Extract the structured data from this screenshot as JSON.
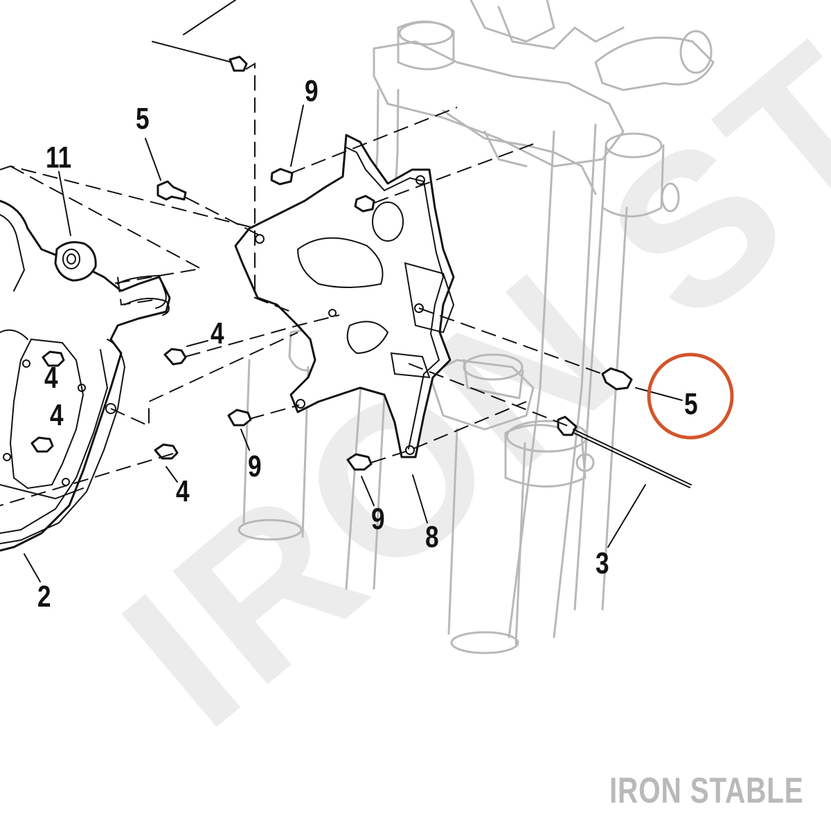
{
  "diagram": {
    "callouts": [
      {
        "id": "9-top",
        "text": "9"
      },
      {
        "id": "5-top",
        "text": "5"
      },
      {
        "id": "11",
        "text": "11"
      },
      {
        "id": "4-right",
        "text": "4"
      },
      {
        "id": "4-left-a",
        "text": "4"
      },
      {
        "id": "4-left-b",
        "text": "4"
      },
      {
        "id": "9-mid",
        "text": "9"
      },
      {
        "id": "4-low",
        "text": "4"
      },
      {
        "id": "9-low",
        "text": "9"
      },
      {
        "id": "8",
        "text": "8"
      },
      {
        "id": "5-highlight",
        "text": "5"
      },
      {
        "id": "3",
        "text": "3"
      },
      {
        "id": "2",
        "text": "2"
      }
    ],
    "highlight": {
      "target": "5-highlight",
      "color": "#d2552c"
    },
    "watermark": {
      "text": "IRON STABLE",
      "color": "#c8c8c8"
    },
    "brand": {
      "text": "IRON STABLE",
      "color": "#b9b9b9"
    }
  }
}
